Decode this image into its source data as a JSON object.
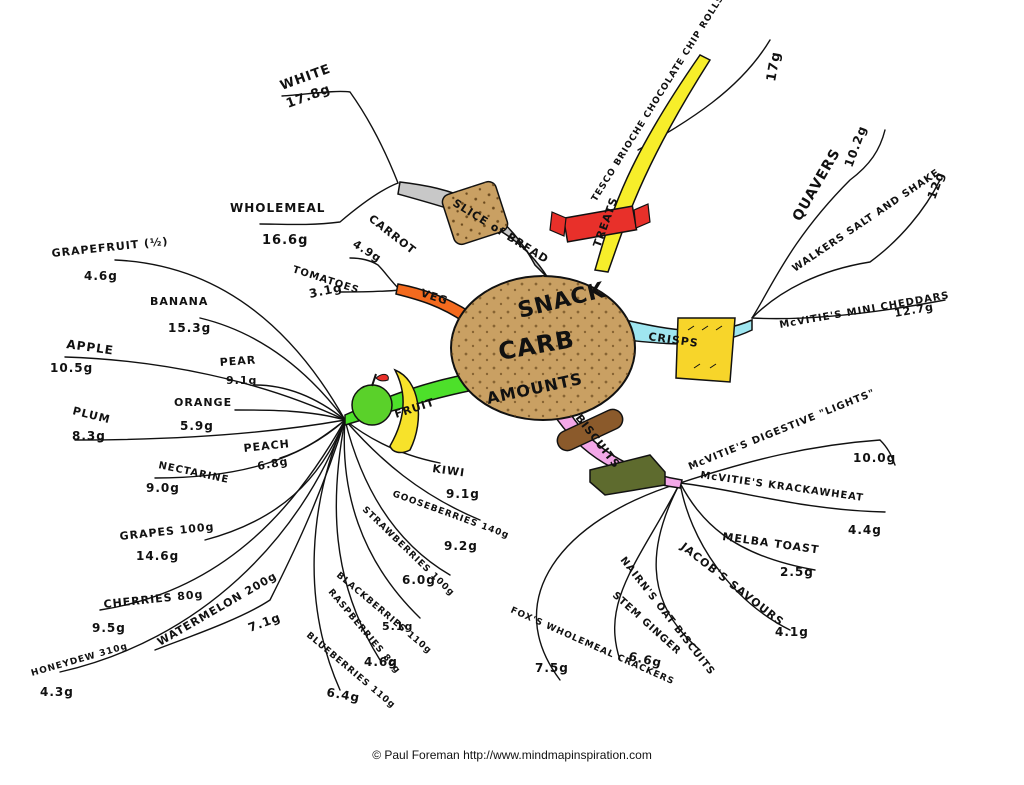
{
  "center": {
    "line1": "SNACK",
    "line2": "CARB",
    "line3": "AMOUNTS"
  },
  "branches": {
    "bread": "SLICE of BREAD",
    "treats": "TREATS",
    "crisps": "CRISPS",
    "biscuits": "BISCUITS",
    "fruit": "FRUIT",
    "veg": "VEG"
  },
  "bread_items": [
    {
      "name": "WHITE",
      "value": "17.8g"
    },
    {
      "name": "WHOLEMEAL",
      "value": "16.6g"
    }
  ],
  "treats_items": [
    {
      "name": "TESCO BRIOCHE CHOCOLATE CHIP ROLLS",
      "value": "17g"
    }
  ],
  "crisps_items": [
    {
      "name": "QUAVERS",
      "value": "10.2g"
    },
    {
      "name": "WALKERS SALT AND SHAKE",
      "value": "12g"
    },
    {
      "name": "McVITIE'S MINI CHEDDARS",
      "value": "12.7g"
    }
  ],
  "biscuits_items": [
    {
      "name": "McVITIE'S DIGESTIVE \"LIGHTS\"",
      "value": "10.0g"
    },
    {
      "name": "McVITIE'S KRACKAWHEAT",
      "value": "4.4g"
    },
    {
      "name": "MELBA TOAST",
      "value": "2.5g"
    },
    {
      "name": "JACOB'S SAVOURS",
      "value": "4.1g"
    },
    {
      "name": "NAIRN'S OAT BISCUITS",
      "value": ""
    },
    {
      "name": "STEM GINGER",
      "value": "6.6g"
    },
    {
      "name": "FOX'S WHOLEMEAL CRACKERS",
      "value": "7.5g"
    }
  ],
  "veg_items": [
    {
      "name": "CARROT",
      "value": "4.9g"
    },
    {
      "name": "TOMATOES",
      "value": "3.1g"
    }
  ],
  "fruit_items": [
    {
      "name": "GRAPEFRUIT (½)",
      "value": "4.6g"
    },
    {
      "name": "BANANA",
      "value": "15.3g"
    },
    {
      "name": "APPLE",
      "value": "10.5g"
    },
    {
      "name": "PEAR",
      "value": "9.1g"
    },
    {
      "name": "ORANGE",
      "value": "5.9g"
    },
    {
      "name": "PLUM",
      "value": "8.3g"
    },
    {
      "name": "PEACH",
      "value": "6.8g"
    },
    {
      "name": "NECTARINE",
      "value": "9.0g"
    },
    {
      "name": "GRAPES 100g",
      "value": "14.6g"
    },
    {
      "name": "CHERRIES 80g",
      "value": "9.5g"
    },
    {
      "name": "WATERMELON 200g",
      "value": "7.1g"
    },
    {
      "name": "HONEYDEW 310g",
      "value": "4.3g"
    },
    {
      "name": "KIWI",
      "value": "9.1g"
    },
    {
      "name": "GOOSEBERRIES 140g",
      "value": "9.2g"
    },
    {
      "name": "STRAWBERRIES 100g",
      "value": "6.0g"
    },
    {
      "name": "BLACKBERRIES 110g",
      "value": "5.1g"
    },
    {
      "name": "RASPBERRIES 80g",
      "value": "4.6g"
    },
    {
      "name": "BLUEBERRIES 110g",
      "value": "6.4g"
    }
  ],
  "credit": "© Paul Foreman http://www.mindmapinspiration.com",
  "colors": {
    "cookie": "#c9a063",
    "bread_branch": "#c8c8c8",
    "treats_branch": "#f7ee2a",
    "crisps_branch": "#9fe6f0",
    "biscuits_branch": "#f3a8e8",
    "fruit_branch": "#4de02a",
    "veg_branch": "#f36a1e"
  }
}
